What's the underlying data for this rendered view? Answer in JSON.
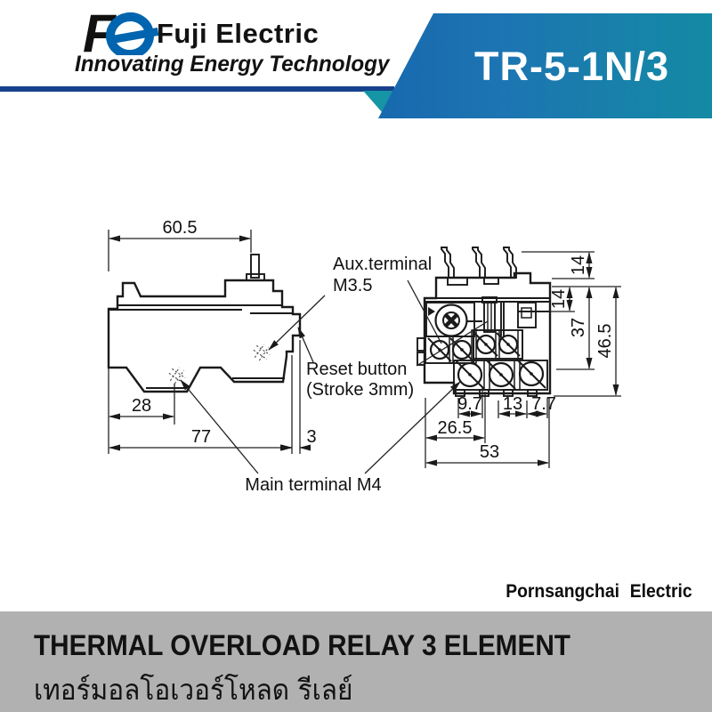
{
  "header": {
    "brand": "Fuji Electric",
    "tagline": "Innovating Energy Technology",
    "model": "TR-5-1N/3"
  },
  "drawing": {
    "labels": {
      "aux1": "Aux.terminal",
      "aux2": "M3.5",
      "reset1": "Reset button",
      "reset2": "(Stroke 3mm)",
      "main": "Main terminal M4"
    },
    "side": {
      "top_width": "60.5",
      "foot_width": "28",
      "overall_width": "77",
      "button_depth": "3"
    },
    "front": {
      "p1": "9.7",
      "p2": "13",
      "p3": "7.7",
      "p4": "26.5",
      "p5": "53",
      "v1": "14",
      "v2": "14",
      "v3": "37",
      "v4": "46.5"
    }
  },
  "watermark": "Pornsangchai Electric",
  "footer": {
    "title_en": "THERMAL OVERLOAD RELAY 3 ELEMENT",
    "title_th": "เทอร์มอลโอเวอร์โหลด รีเลย์"
  },
  "colors": {
    "banner_left": "#1769ae",
    "banner_right": "#148aa4",
    "rule_navy": "#16418c",
    "fold_teal": "#1595a5",
    "logo_blue": "#0064af",
    "footer_gray": "#b1b1b1"
  }
}
